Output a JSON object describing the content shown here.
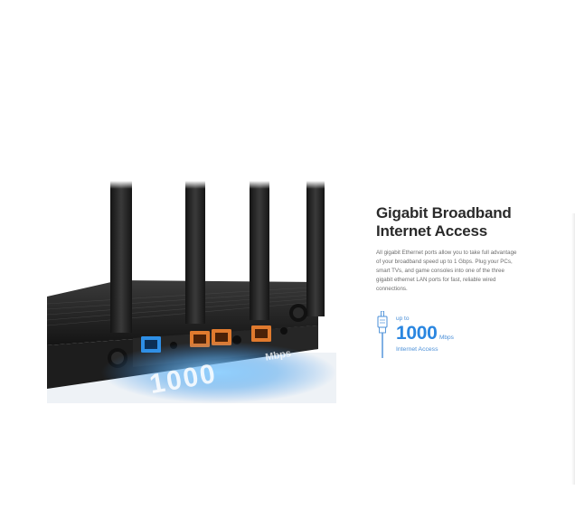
{
  "feature": {
    "title_line1": "Gigabit Broadband",
    "title_line2": "Internet Access",
    "description": "All gigabit Ethernet ports allow you to take full advantage of your broadband speed up to 1 Gbps. Plug your PCs, smart TVs, and game consoles into one of the three gigabit ethernet LAN ports for fast, reliable wired connections."
  },
  "speed": {
    "prefix": "up to",
    "value": "1000",
    "unit": "Mbps",
    "caption": "Internet Access",
    "icon": "ethernet-cable-icon"
  },
  "image": {
    "overlay_value": "1000",
    "overlay_unit": "Mbps"
  },
  "colors": {
    "accent": "#2a86e0",
    "title": "#2a2a2a",
    "body": "#6d6d6d",
    "wan_port": "#2e8fe6",
    "lan_port": "#e07a2e"
  }
}
